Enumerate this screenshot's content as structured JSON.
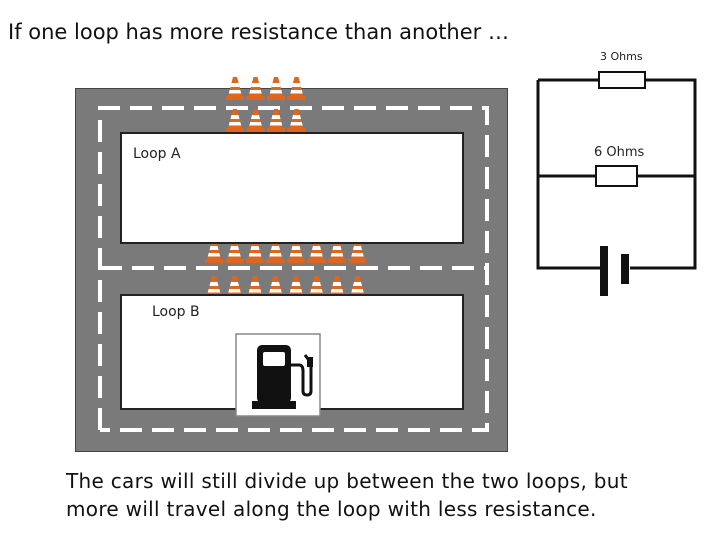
{
  "title": "If one loop has more resistance than another …",
  "track": {
    "loop_a_label": "Loop A",
    "loop_b_label": "Loop B",
    "cones_top_rows": [
      4,
      4
    ],
    "cones_middle_rows": [
      8,
      8
    ],
    "fuel_pump_icon": "fuel-pump-icon"
  },
  "circuit": {
    "resistor_top_label": "3 Ohms",
    "resistor_bottom_label": "6 Ohms",
    "battery_icon": "battery-icon"
  },
  "caption": {
    "line1": "The cars will still divide up between the two loops, but",
    "line2": "more will travel along the loop with less resistance."
  },
  "colors": {
    "road": "#7a7a7a",
    "lane_marking": "#ffffff",
    "cone": "#e0661e"
  }
}
